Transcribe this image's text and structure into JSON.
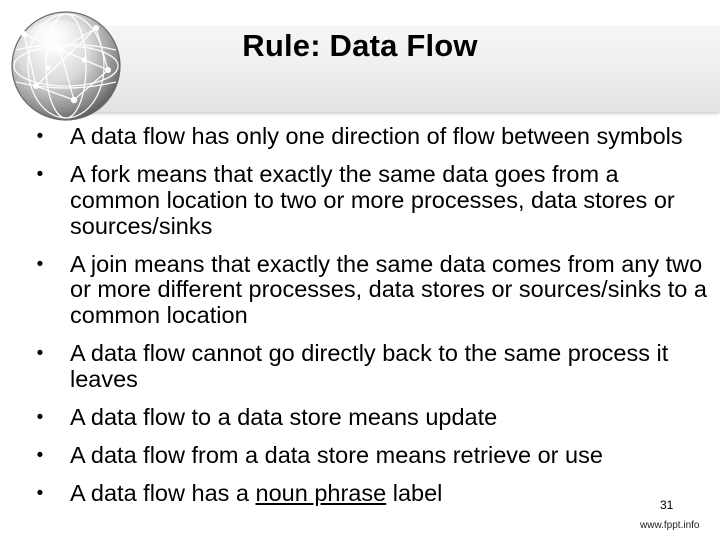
{
  "slide": {
    "title": "Rule: Data Flow",
    "bullets": [
      {
        "text": "A data flow has only one direction of flow between symbols"
      },
      {
        "text": "A fork means that exactly the same data goes from a common location to two or more processes, data stores or sources/sinks"
      },
      {
        "text": "A join means that exactly the same data comes from any two or more different processes, data stores or sources/sinks to a common location"
      },
      {
        "text": "A data flow cannot go directly back to the same process it leaves"
      },
      {
        "text": "A data flow to a data store means update"
      },
      {
        "text": "A data flow from a data store means retrieve or use"
      },
      {
        "text_before": "A data flow has a ",
        "underlined": "noun phrase",
        "text_after": " label"
      }
    ],
    "bullet_symbol": "•",
    "page_number": "31",
    "footer": "www.fppt.info"
  },
  "colors": {
    "title_bar": "#eeeeee",
    "globe_light": "#ffffff",
    "globe_dark": "#555555",
    "text": "#000000"
  },
  "icons": {
    "logo": "globe-network-icon"
  }
}
